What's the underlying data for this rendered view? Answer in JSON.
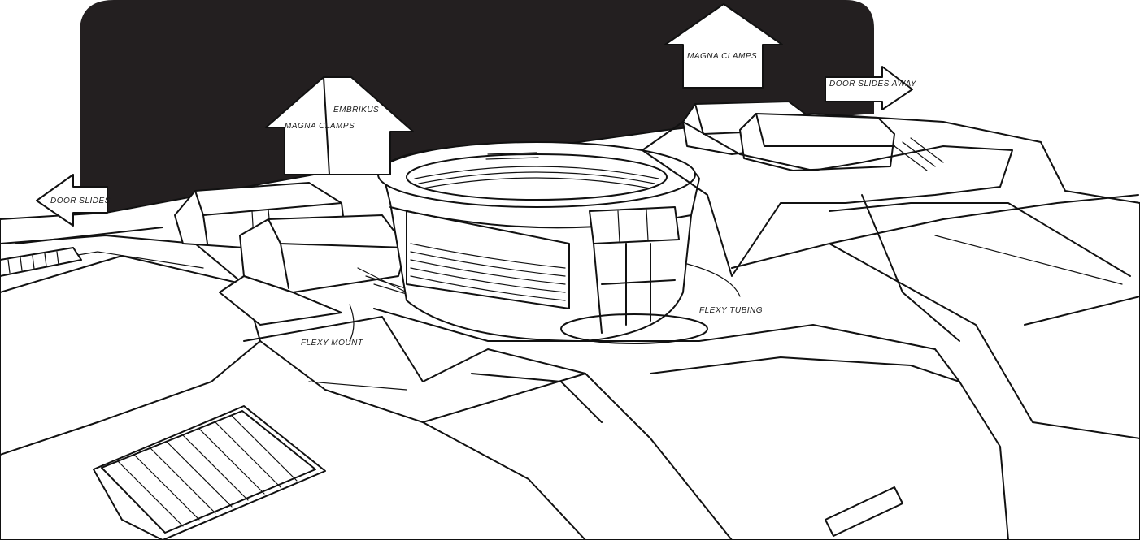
{
  "colors": {
    "background_block": "#231f20",
    "ink": "#111111",
    "paper": "#ffffff"
  },
  "labels": {
    "door_slides_left": "DOOR SLIDES",
    "magna_clamps_left": "MAGNA CLAMPS",
    "embrikus": "EMBRIKUS",
    "magna_clamps_top": "MAGNA CLAMPS",
    "door_slides_away": "DOOR SLIDES AWAY",
    "flexy_mount": "FLEXY MOUNT",
    "flexy_tubing": "FLEXY TUBING"
  }
}
